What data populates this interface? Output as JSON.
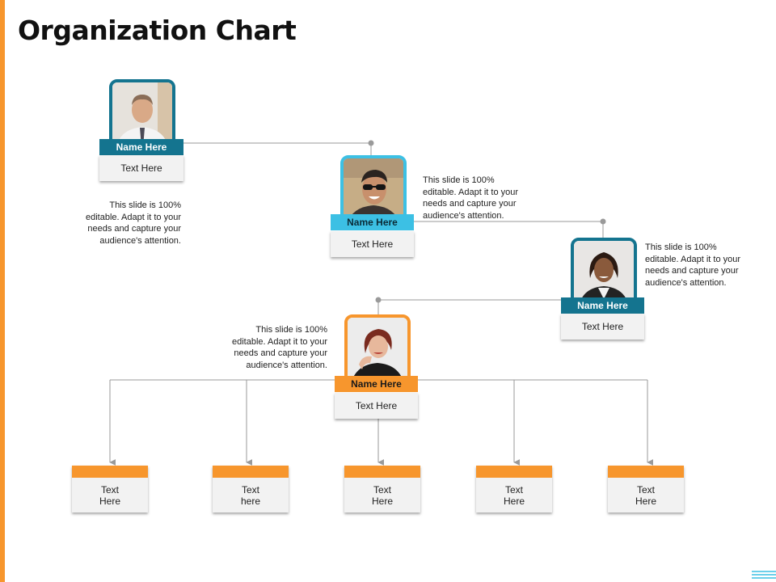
{
  "page": {
    "title": "Organization Chart"
  },
  "colors": {
    "accent_orange": "#f7962d",
    "dark_teal": "#14748f",
    "light_blue": "#3cc0e4",
    "connector_gray": "#9a9a9a"
  },
  "nodes": [
    {
      "name": "Name Here",
      "text": "Text Here",
      "desc": "This slide is 100% editable. Adapt it to your needs and capture your audience's attention."
    },
    {
      "name": "Name Here",
      "text": "Text Here",
      "desc": "This slide is 100% editable. Adapt it to your needs and capture your audience's attention."
    },
    {
      "name": "Name Here",
      "text": "Text Here",
      "desc": "This slide is 100% editable. Adapt it to your needs and capture your audience's attention."
    },
    {
      "name": "Name Here",
      "text": "Text Here",
      "desc": "This slide is 100% editable. Adapt it to your needs and capture your audience's attention."
    }
  ],
  "leaves": [
    {
      "line1": "Text",
      "line2": "Here"
    },
    {
      "line1": "Text",
      "line2": "here"
    },
    {
      "line1": "Text",
      "line2": "Here"
    },
    {
      "line1": "Text",
      "line2": "Here"
    },
    {
      "line1": "Text",
      "line2": "Here"
    }
  ]
}
